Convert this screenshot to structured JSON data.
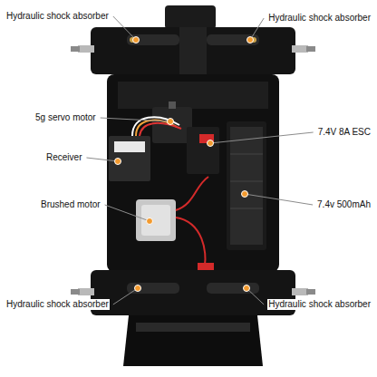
{
  "diagram": {
    "labels": [
      "Hydraulic shock absorber",
      "Hydraulic shock absorber",
      "5g servo motor",
      "Receiver",
      "7.4V 8A ESC",
      "Brushed motor",
      "7.4v 500mAh",
      "Hydraulic shock absorber",
      "Hydraulic shock absorber"
    ]
  }
}
